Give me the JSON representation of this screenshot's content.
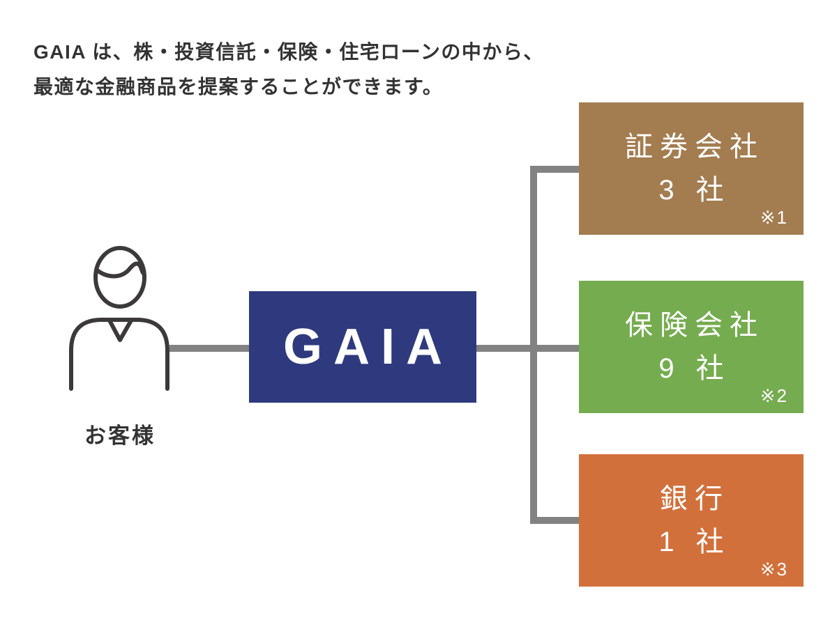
{
  "intro": {
    "line1": "GAIA は、株・投資信託・保険・住宅ローンの中から、",
    "line2": "最適な金融商品を提案することができます。"
  },
  "customer": {
    "label": "お客様",
    "icon": "person-icon"
  },
  "gaia": {
    "label": "GAIA",
    "color": "#2E3A7D"
  },
  "branches": [
    {
      "line1": "証券会社",
      "line2": "3 社",
      "note": "※1",
      "color": "#A37C50"
    },
    {
      "line1": "保険会社",
      "line2": "9 社",
      "note": "※2",
      "color": "#75AC4F"
    },
    {
      "line1": "銀行",
      "line2": "1 社",
      "note": "※3",
      "color": "#D2703B"
    }
  ],
  "colors": {
    "connector": "#828282",
    "text": "#333333",
    "box_text": "#FFFFFF",
    "background": "#FFFFFF"
  }
}
